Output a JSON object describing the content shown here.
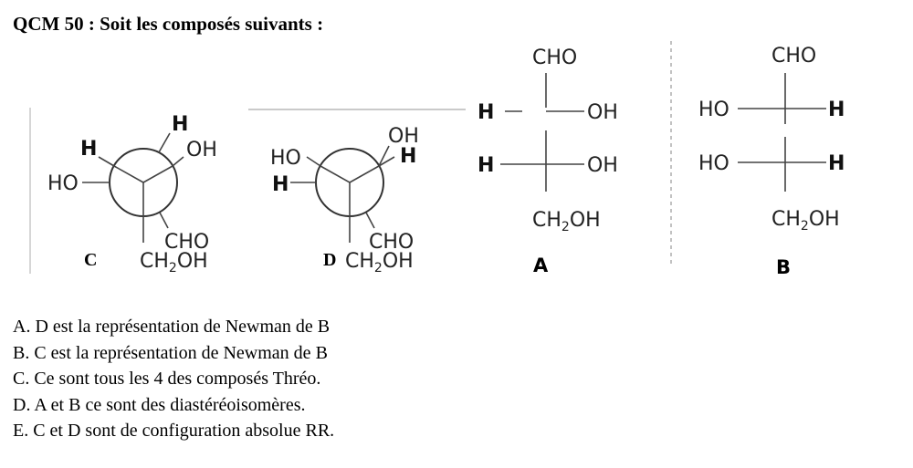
{
  "question": {
    "title": "QCM 50 : Soit les composés suivants :"
  },
  "structures": {
    "C": {
      "label": "C",
      "front_top": "H",
      "front_left": "H",
      "front_right": "OH",
      "back_left": "HO",
      "back_bottom_1": "CHO",
      "back_bottom_2_main": "CH",
      "back_bottom_2_sub": "2",
      "back_bottom_2_end": "OH"
    },
    "D": {
      "label": "D",
      "top": "OH",
      "front_right": "H",
      "front_left": "HO",
      "back_left": "H",
      "bottom_1": "CHO",
      "bottom_2_main": "CH",
      "bottom_2_sub": "2",
      "bottom_2_end": "OH"
    },
    "A": {
      "label": "A",
      "top": "CHO",
      "row1_left": "H",
      "row1_right": "OH",
      "row2_left": "H",
      "row2_right": "OH",
      "bottom_main": "CH",
      "bottom_sub": "2",
      "bottom_end": "OH"
    },
    "B": {
      "label": "B",
      "top": "CHO",
      "row1_left": "HO",
      "row1_right": "H",
      "row2_left": "HO",
      "row2_right": "H",
      "bottom_main": "CH",
      "bottom_sub": "2",
      "bottom_end": "OH"
    }
  },
  "options": [
    "A. D est la représentation de Newman de B",
    "B. C est la représentation de Newman de B",
    "C. Ce sont tous les 4 des composés Thréo.",
    "D. A et B ce sont des diastéréoisomères.",
    "E. C et D sont de configuration absolue RR."
  ]
}
